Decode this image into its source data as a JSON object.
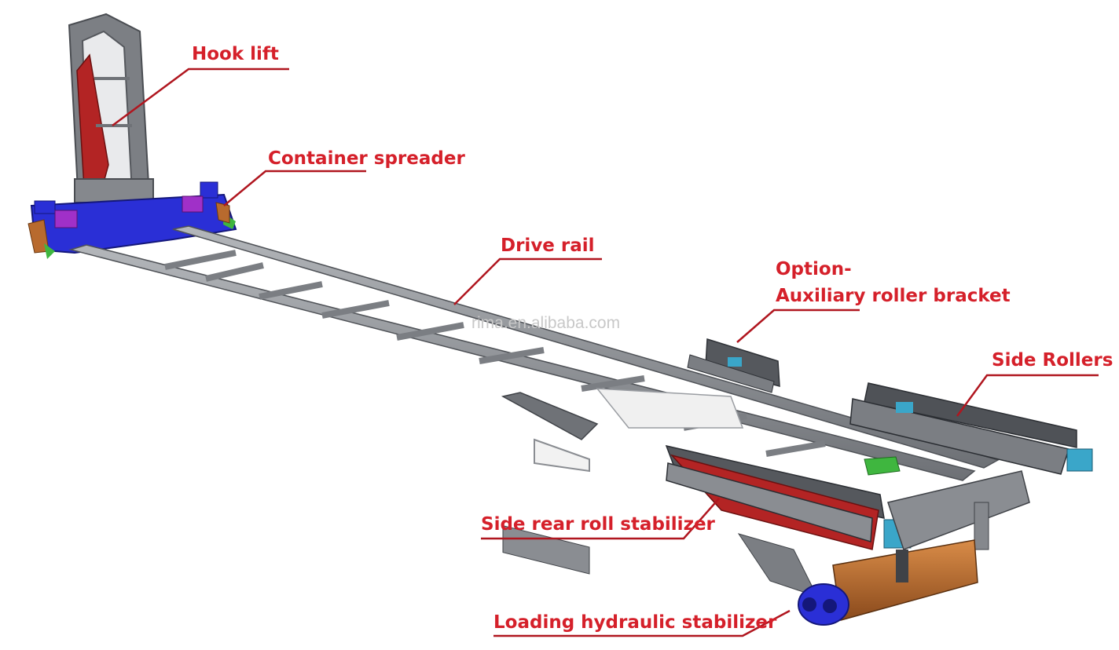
{
  "labels": {
    "hook_lift": "Hook lift",
    "container_spreader": "Container spreader",
    "drive_rail": "Drive rail",
    "option_line1": "Option-",
    "option_line2": "Auxiliary roller bracket",
    "side_rollers": "Side Rollers",
    "side_rear_roll_stabilizer": "Side rear roll stabilizer",
    "loading_hydraulic_stabilizer": "Loading hydraulic stabilizer"
  },
  "watermark": "rima.en.alibaba.com",
  "colors": {
    "label_text": "#d5202a",
    "leader_line": "#b0161f",
    "frame_steel": "#8e9196",
    "frame_dark": "#5c5f64",
    "spreader_blue": "#2a2fd6",
    "hook_red": "#b32424",
    "roller_orange": "#b86a2e",
    "accent_cyan": "#3aa6c9",
    "accent_green": "#3fb63f",
    "accent_purple": "#a030c8"
  }
}
